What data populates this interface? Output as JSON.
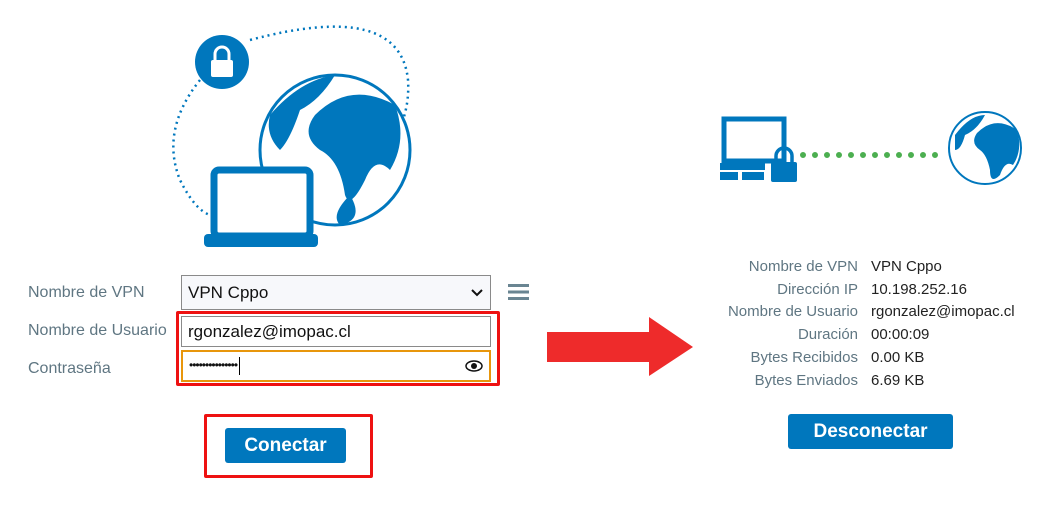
{
  "form": {
    "vpn_label": "Nombre de VPN",
    "vpn_value": "VPN Cppo",
    "user_label": "Nombre de Usuario",
    "user_value": "rgonzalez@imopac.cl",
    "password_label": "Contraseña",
    "password_value": "•••••••••••••••",
    "connect_label": "Conectar"
  },
  "status": {
    "rows": [
      {
        "label": "Nombre de VPN",
        "value": "VPN Cppo"
      },
      {
        "label": "Dirección IP",
        "value": "10.198.252.16"
      },
      {
        "label": "Nombre de Usuario",
        "value": "rgonzalez@imopac.cl"
      },
      {
        "label": "Duración",
        "value": "00:00:09"
      },
      {
        "label": "Bytes Recibidos",
        "value": "0.00 KB"
      },
      {
        "label": "Bytes Enviados",
        "value": "6.69 KB"
      }
    ],
    "disconnect_label": "Desconectar"
  },
  "colors": {
    "brand": "#0077bd",
    "highlight": "#ee1111",
    "connected": "#4caf50",
    "focus": "#e8960c"
  }
}
